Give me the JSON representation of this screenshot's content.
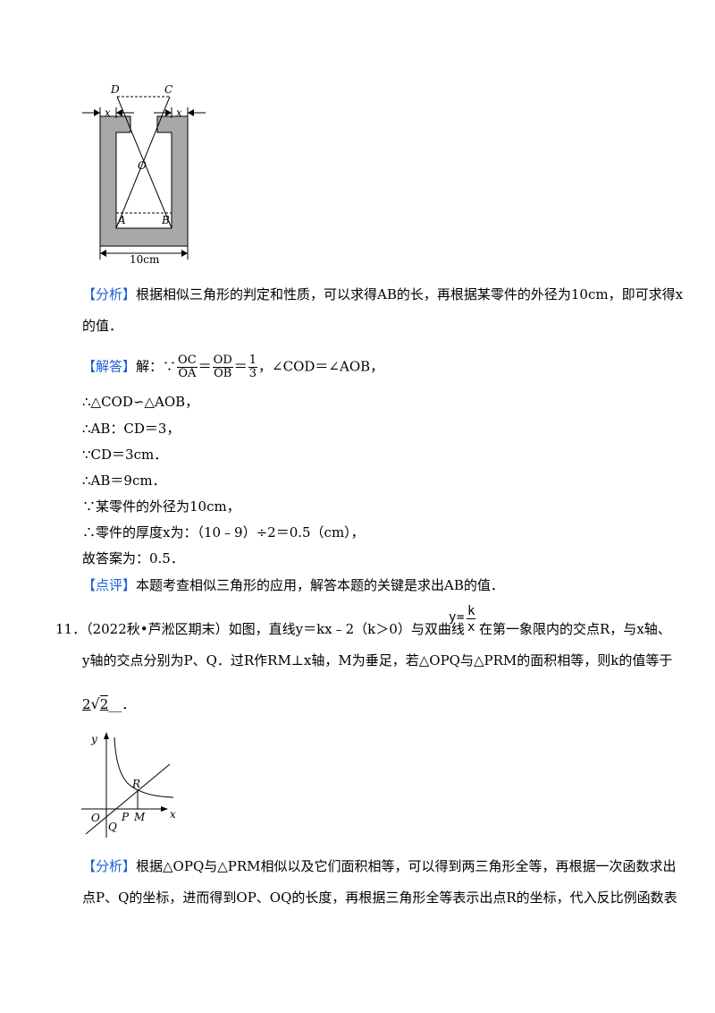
{
  "figure1": {
    "labels": {
      "D": "D",
      "C": "C",
      "O": "O",
      "A": "A",
      "B": "B",
      "x_left": "x",
      "x_right": "x",
      "width": "10cm"
    }
  },
  "analysis1": {
    "tag": "【分析】",
    "line1": "根据相似三角形的判定和性质，可以求得AB的长，再根据某零件的外径为10cm，即可求得x",
    "line2": "的值．"
  },
  "solution1": {
    "tag": "【解答】",
    "prefix": "解：∵",
    "frac1_num": "OC",
    "frac1_den": "OA",
    "frac2_num": "OD",
    "frac2_den": "OB",
    "frac3_num": "1",
    "frac3_den": "3",
    "eq": "＝",
    "suffix": "，∠COD＝∠AOB，",
    "steps": [
      "∴△COD∽△AOB，",
      "∴AB：CD＝3，",
      "∵CD＝3cm．",
      "∴AB＝9cm．",
      "∵某零件的外径为10cm，",
      "∴零件的厚度x为：（10﹣9）÷2＝0.5（cm），",
      "故答案为：0.5．"
    ]
  },
  "review1": {
    "tag": "【点评】",
    "text": "本题考查相似三角形的应用，解答本题的关键是求出AB的值．"
  },
  "problem11": {
    "number": "11．",
    "line1_a": "（2022秋•芦淞区期末）如图，直线y＝kx﹣2（k＞0）与双曲线",
    "hyper_y": "y",
    "hyper_eq": "=",
    "hyper_num": "k",
    "hyper_den": "x",
    "line1_b": "在第一象限内的交点R，与x轴、",
    "line2": "y轴的交点分别为P、Q．过R作RM⊥x轴，M为垂足，若△OPQ与△PRM的面积相等，则k的值等于",
    "answer_coef": "2",
    "answer_rad": "2",
    "answer_tail": "__．"
  },
  "figure2": {
    "labels": {
      "y": "y",
      "x": "x",
      "O": "O",
      "P": "P",
      "M": "M",
      "Q": "Q",
      "R": "R"
    }
  },
  "analysis2": {
    "tag": "【分析】",
    "line1": "根据△OPQ与△PRM相似以及它们面积相等，可以得到两三角形全等，再根据一次函数求出",
    "line2": "点P、Q的坐标，进而得到OP、OQ的长度，再根据三角形全等表示出点R的坐标，代入反比例函数表"
  }
}
